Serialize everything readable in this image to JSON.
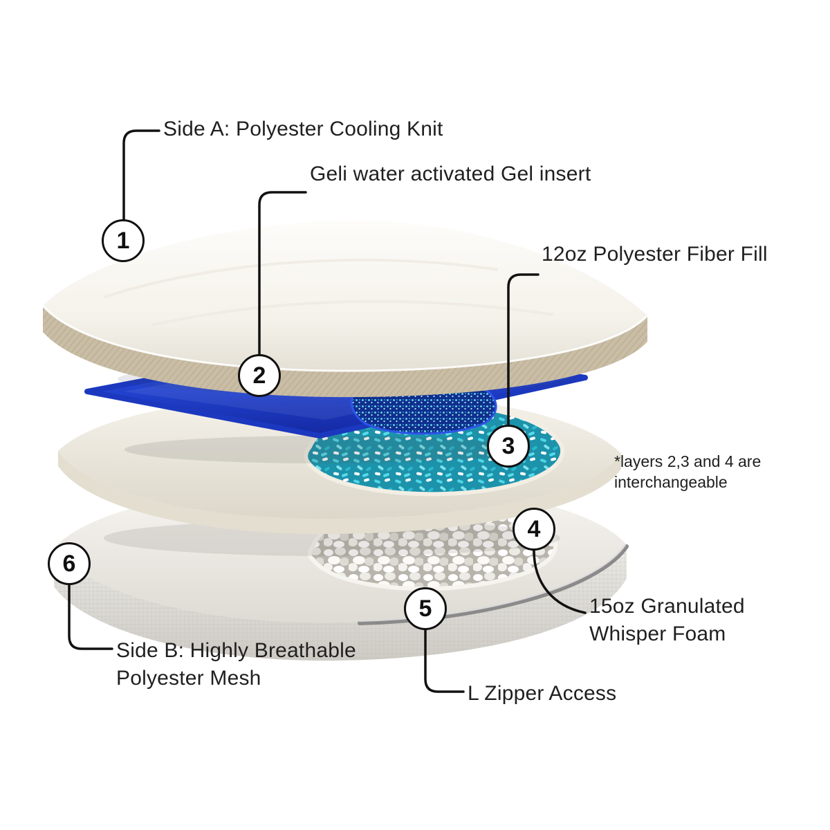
{
  "diagram": {
    "callouts": [
      {
        "number": "1",
        "label": "Side A: Polyester Cooling Knit"
      },
      {
        "number": "2",
        "label": "Geli water activated Gel insert"
      },
      {
        "number": "3",
        "label": "12oz Polyester Fiber Fill"
      },
      {
        "number": "4",
        "label": "15oz Granulated Whisper Foam"
      },
      {
        "number": "5",
        "label": "L Zipper Access"
      },
      {
        "number": "6",
        "label": "Side B: Highly Breathable Polyester Mesh"
      }
    ],
    "note": "*layers 2,3 and 4 are interchangeable",
    "colors": {
      "background": "#ffffff",
      "text": "#1f1f1f",
      "line": "#111111",
      "gel_blue": "#2347d2",
      "fiber_cyan": "#43cfe0",
      "pillow_cream": "#f5f2ea",
      "gusset_tan": "#c9bda5",
      "foam_white": "#f0eee8",
      "zipper_gray": "#8f8f8f"
    }
  }
}
